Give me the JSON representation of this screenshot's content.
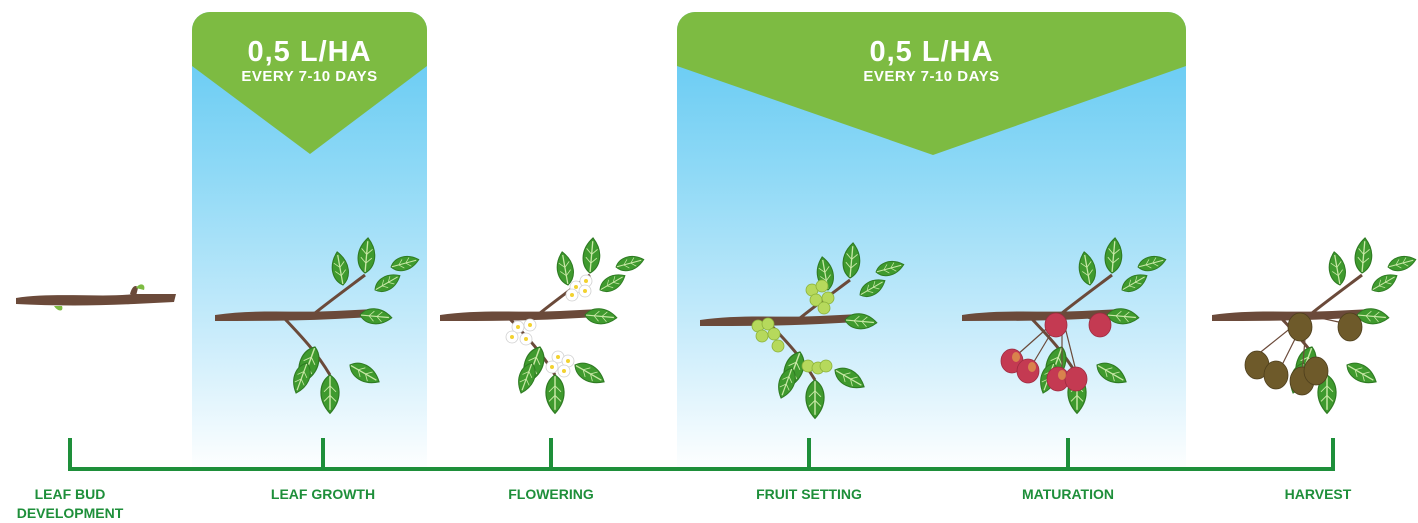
{
  "applications": [
    {
      "dose": "0,5 L/HA",
      "frequency": "EVERY 7-10 DAYS"
    },
    {
      "dose": "0,5 L/HA",
      "frequency": "EVERY 7-10 DAYS"
    }
  ],
  "stages": [
    {
      "label_line1": "LEAF BUD",
      "label_line2": "DEVELOPMENT"
    },
    {
      "label_line1": "LEAF GROWTH",
      "label_line2": ""
    },
    {
      "label_line1": "FLOWERING",
      "label_line2": ""
    },
    {
      "label_line1": "FRUIT SETTING",
      "label_line2": ""
    },
    {
      "label_line1": "MATURATION",
      "label_line2": ""
    },
    {
      "label_line1": "HARVEST",
      "label_line2": ""
    }
  ],
  "colors": {
    "banner_green": "#7dbb42",
    "timeline_green": "#1e8f3a",
    "sky_blue": "#5cc7f2",
    "branch_brown": "#6b4a3a",
    "leaf_green": "#3f9a2e",
    "flower_white": "#ffffff",
    "fruit_setting_green": "#b6d95c",
    "maturation_red": "#c43a52",
    "harvest_brown": "#6e5a2a"
  },
  "icons": [
    "branch-bud-icon",
    "branch-leaves-icon",
    "branch-flowers-icon",
    "branch-small-fruit-icon",
    "branch-ripening-fruit-icon",
    "branch-kiwi-harvest-icon"
  ]
}
